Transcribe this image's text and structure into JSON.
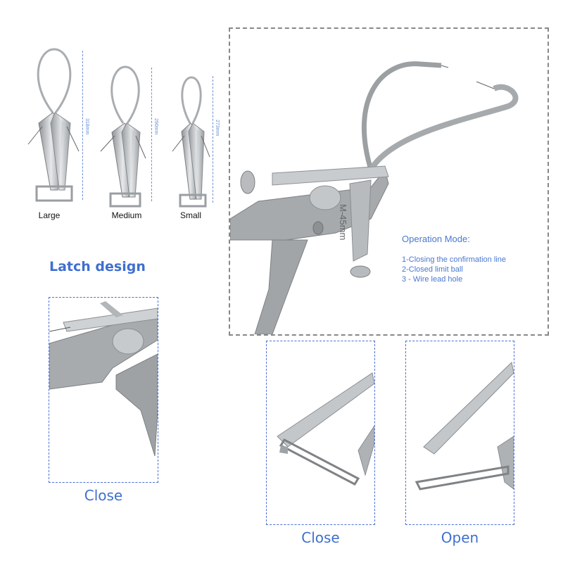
{
  "sizes": [
    {
      "label": "Large",
      "dimension": "318mm"
    },
    {
      "label": "Medium",
      "dimension": "290mm"
    },
    {
      "label": "Small",
      "dimension": "273mm"
    }
  ],
  "latch": {
    "heading": "Latch design",
    "caption": "Close"
  },
  "operation": {
    "title": "Operation Mode:",
    "items": [
      "1-Closing the confirmation line",
      "2-Closed limit ball",
      "3 - Wire lead hole"
    ],
    "engraving": "M-45mm"
  },
  "bottom": {
    "close_caption": "Close",
    "open_caption": "Open"
  },
  "colors": {
    "accent": "#3f6fd0",
    "metal": "#b9bcbf",
    "dash_gray": "#888888"
  }
}
